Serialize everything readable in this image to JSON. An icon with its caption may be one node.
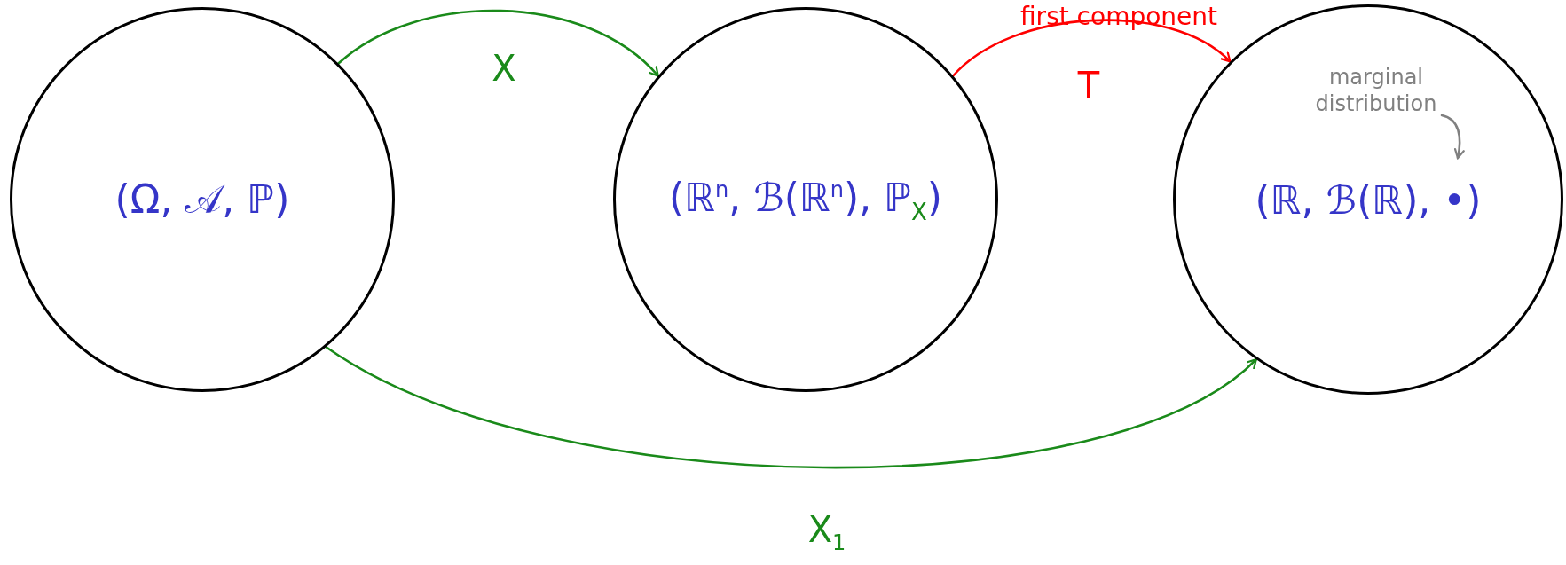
{
  "diagram": {
    "nodes": [
      {
        "text": [
          "(Ω, 𝒜, ℙ)"
        ]
      },
      {
        "text": [
          "(ℝ$^{n}$, ℬ(ℝ$^{n}$), ℙ$_{X}$)"
        ]
      },
      {
        "text": [
          "(ℝ, ℬ(ℝ), •)"
        ]
      },
      {
        "text": [
          "marginal distribution"
        ],
        "in": 2
      }
    ],
    "edges": [
      {
        "from": 0,
        "to": 1,
        "arrow": "to",
        "label": "X"
      },
      {
        "from": 1,
        "to": 2,
        "arrow": "to",
        "label": "T",
        "color": "#ff0000"
      },
      {
        "from": 0,
        "to": 2,
        "arrow": "to",
        "label": "X$_{1}$"
      },
      {
        "from": 3,
        "to": null,
        "arrow": "to",
        "color": "#808080"
      }
    ],
    "labels": [
      "first component"
    ]
  }
}
